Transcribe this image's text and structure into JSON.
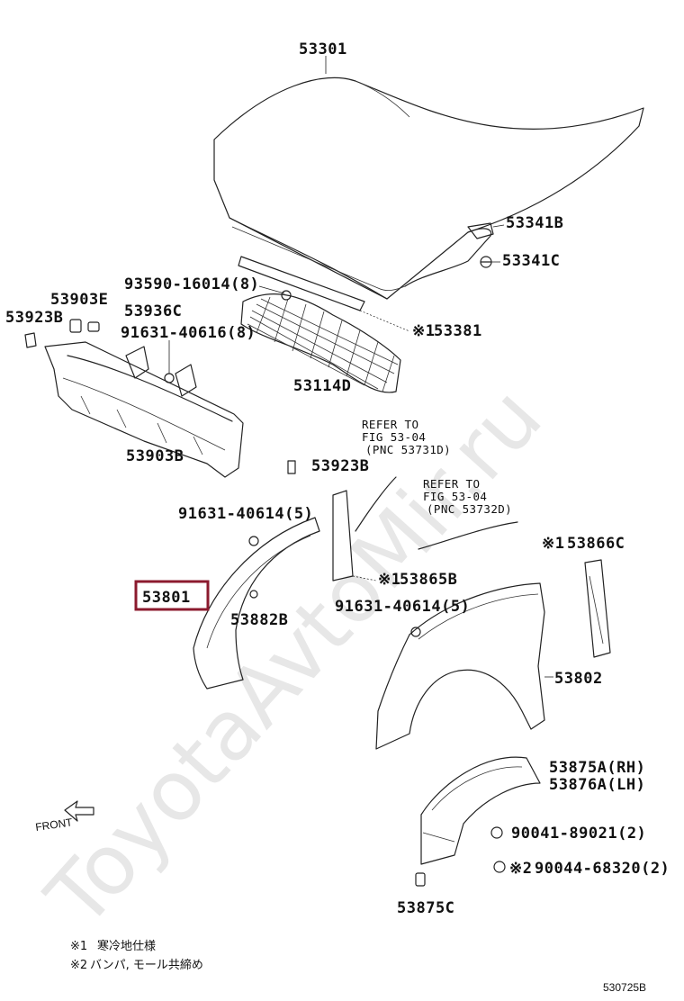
{
  "watermark": "ToyotaAvtoMir.ru",
  "figure_number": "530725B",
  "front_label": "FRONT",
  "labels": {
    "p53301": "53301",
    "p53341b": "53341B",
    "p53341c": "53341C",
    "p93590": "93590-16014(8)",
    "p53903e": "53903E",
    "p53936c": "53936C",
    "p53923b_left": "53923B",
    "p91631_40616": "91631-40616(8)",
    "p53381": "53381",
    "p53114d": "53114D",
    "p53903b": "53903B",
    "p53923b_right": "53923B",
    "ref1_line1": "REFER TO",
    "ref1_line2": "FIG 53-04",
    "ref1_line3": "(PNC 53731D)",
    "ref2_line1": "REFER TO",
    "ref2_line2": "FIG 53-04",
    "ref2_line3": "(PNC 53732D)",
    "p91631_40614_a": "91631-40614(5)",
    "p53801": "53801",
    "p53882b": "53882B",
    "p53865b": "53865B",
    "p91631_40614_b": "91631-40614(5)",
    "p53866c": "53866C",
    "p53802": "53802",
    "p53875a": "53875A(RH)",
    "p53876a": "53876A(LH)",
    "p90041": "90041-89021(2)",
    "p90044": "90044-68320(2)",
    "p53875c": "53875C"
  },
  "marks": {
    "note1": "※1",
    "note2": "※2"
  },
  "notes": [
    {
      "mark": "※1",
      "text": "寒冷地仕様"
    },
    {
      "mark": "※2",
      "text": "バンパ, モール共締め"
    }
  ],
  "highlight_color": "#8b1a2e"
}
